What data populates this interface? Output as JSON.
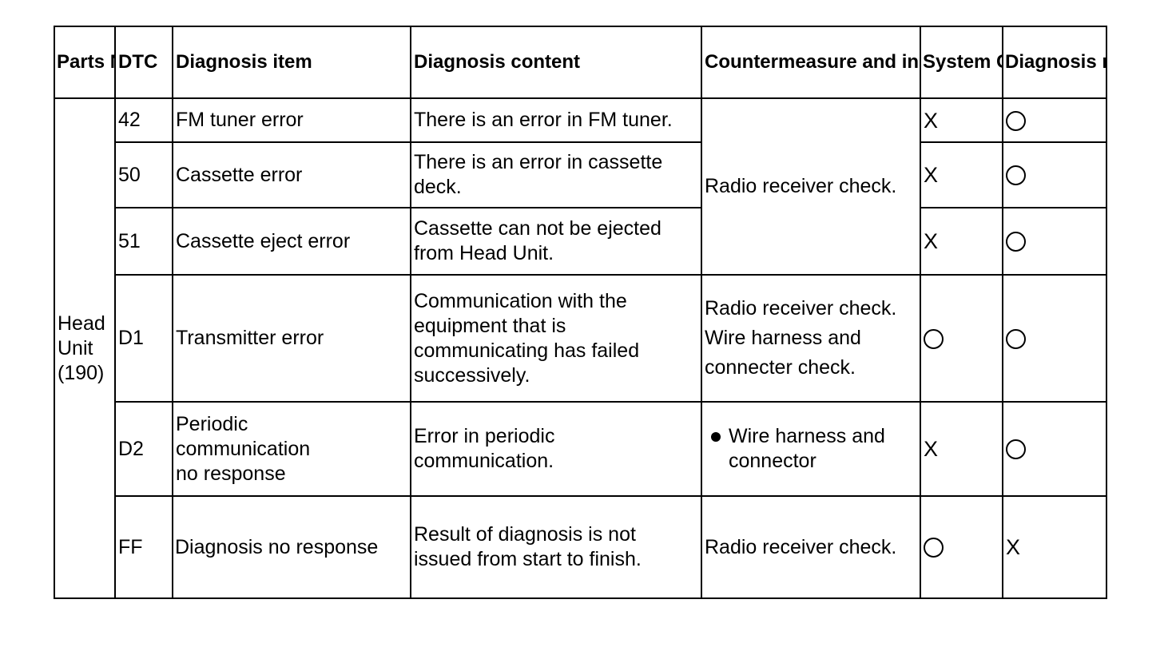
{
  "columns": {
    "parts_name": "Parts\nName",
    "dtc": "DTC",
    "diagnosis_item": "Diagnosis item",
    "diagnosis_content": "Diagnosis content",
    "countermeasure": "Countermeasure\nand inspected parts",
    "system_check": "System\nCheck",
    "diagnosis_memory": "Diagnosis\nmemory"
  },
  "part_name": "Head\nUnit\n(190)",
  "countermeasure_shared": "Radio receiver check.",
  "rows": [
    {
      "dtc": "42",
      "item": "FM tuner error",
      "content": "There is an error in FM tuner.",
      "system_check": "X",
      "diagnosis_memory": "○"
    },
    {
      "dtc": "50",
      "item": "Cassette error",
      "content": "There is an error in cassette\ndeck.",
      "system_check": "X",
      "diagnosis_memory": "○"
    },
    {
      "dtc": "51",
      "item": "Cassette eject error",
      "content": "Cassette can not be ejected\nfrom Head Unit.",
      "system_check": "X",
      "diagnosis_memory": "○"
    },
    {
      "dtc": "D1",
      "item": "Transmitter error",
      "content": "Communication with the\nequipment that is\ncommunicating has failed\nsuccessively.",
      "countermeasure": "Radio receiver check.\nWire harness and\nconnecter check.",
      "system_check": "○",
      "diagnosis_memory": "○"
    },
    {
      "dtc": "D2",
      "item": "Periodic\ncommunication\nno response",
      "content": "Error in periodic\ncommunication.",
      "countermeasure": "Wire harness and\nconnector",
      "system_check": "X",
      "diagnosis_memory": "○"
    },
    {
      "dtc": "FF",
      "item": "Diagnosis no response",
      "content": "Result of diagnosis is not\nissued from start to finish.",
      "countermeasure": "Radio receiver check.",
      "system_check": "○",
      "diagnosis_memory": "X"
    }
  ]
}
